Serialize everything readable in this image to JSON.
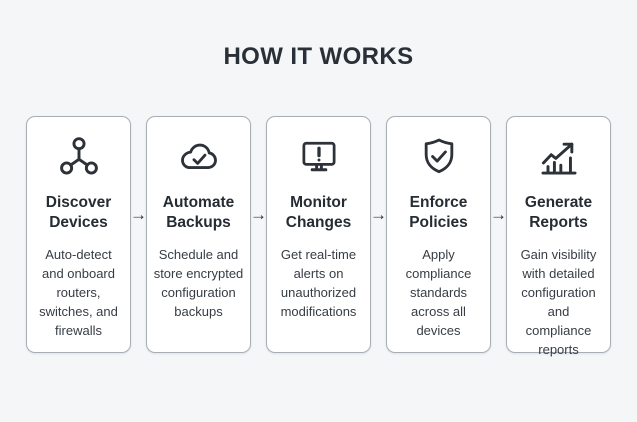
{
  "title": "HOW IT WORKS",
  "arrow": {
    "glyph": "→"
  },
  "colors": {
    "background": "#f4f6f8",
    "card_background": "#ffffff",
    "card_border": "#a9aeb5",
    "heading_text": "#262c33",
    "body_text": "#373d44",
    "icon_stroke": "#2c3238"
  },
  "steps": [
    {
      "icon": "network-nodes-icon",
      "title": "Discover Devices",
      "description": "Auto-detect and onboard routers, switches, and firewalls"
    },
    {
      "icon": "cloud-check-icon",
      "title": "Automate Backups",
      "description": "Schedule and store encrypted configuration backups"
    },
    {
      "icon": "monitor-alert-icon",
      "title": "Monitor Changes",
      "description": "Get real-time alerts on unauthorized modifications"
    },
    {
      "icon": "shield-check-icon",
      "title": "Enforce Policies",
      "description": "Apply compliance standards across all devices"
    },
    {
      "icon": "chart-growth-icon",
      "title": "Generate Reports",
      "description": "Gain visibility with detailed configuration and compliance reports"
    }
  ]
}
